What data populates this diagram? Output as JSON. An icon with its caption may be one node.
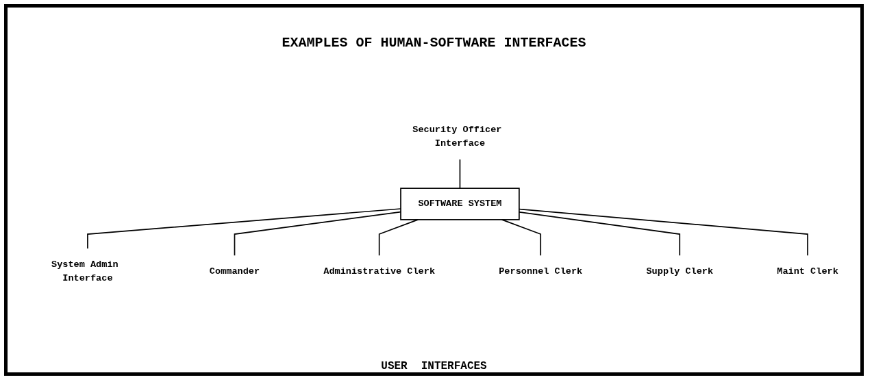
{
  "diagram": {
    "title": "EXAMPLES OF HUMAN-SOFTWARE INTERFACES",
    "nodes": [
      {
        "text": [
          "Security Officer Interface"
        ]
      },
      {
        "text": [
          "SOFTWARE SYSTEM"
        ]
      },
      {
        "text": [
          "System Admin Interface"
        ]
      },
      {
        "text": [
          "Commander"
        ]
      },
      {
        "text": [
          "Administrative Clerk"
        ]
      },
      {
        "text": [
          "Personnel Clerk"
        ]
      },
      {
        "text": [
          "Supply Clerk"
        ]
      },
      {
        "text": [
          "Maint Clerk"
        ]
      }
    ],
    "edges": [
      {
        "from": 0,
        "to": 1,
        "arrow": "none"
      },
      {
        "from": 1,
        "to": 2,
        "arrow": "none"
      },
      {
        "from": 1,
        "to": 3,
        "arrow": "none"
      },
      {
        "from": 1,
        "to": 4,
        "arrow": "none"
      },
      {
        "from": 1,
        "to": 5,
        "arrow": "none"
      },
      {
        "from": 1,
        "to": 6,
        "arrow": "none"
      },
      {
        "from": 1,
        "to": 7,
        "arrow": "none"
      }
    ],
    "labels": [
      "USER",
      "INTERFACES"
    ]
  }
}
